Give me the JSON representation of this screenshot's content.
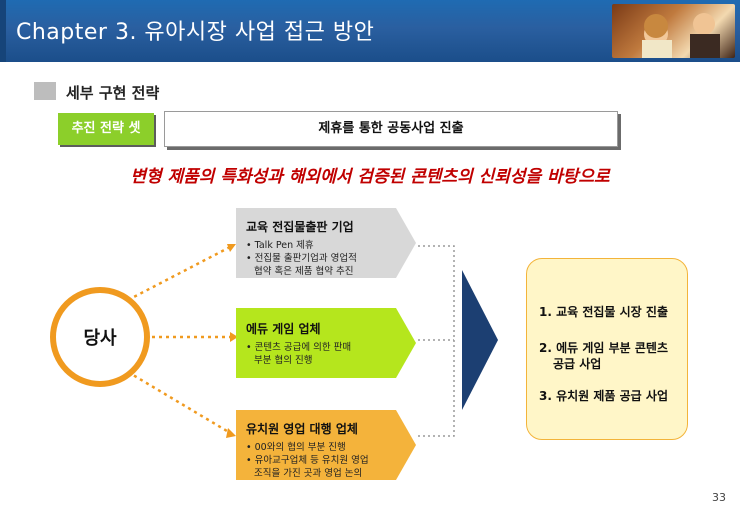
{
  "header": {
    "title": "Chapter 3.  유아시장 사업 접근 방안"
  },
  "section": {
    "title": "세부 구현 전략"
  },
  "strategy": {
    "tag_label": "추진 전략 셋",
    "summary": "제휴를 통한 공동사업 진출"
  },
  "tagline": "변형 제품의 특화성과 해외에서 검증된 콘텐츠의 신뢰성을 바탕으로",
  "company_label": "당사",
  "partners": [
    {
      "title": "교육 전집물출판 기업",
      "color": "#d8d8d8",
      "items": [
        "Talk Pen 제휴",
        "전집물 출판기업과 영업적",
        "협약 혹은 제품 협약 추진"
      ]
    },
    {
      "title": "에듀 게임 업체",
      "color": "#b5e61d",
      "items": [
        "콘텐츠 공급에 의한 판매",
        "부분 협의 진행"
      ]
    },
    {
      "title": "유치원 영업 대행 업체",
      "color": "#f4b33b",
      "items": [
        "00와의 협의 부분 진행",
        "유아교구업체 등 유치원 영업",
        "조직을 가진 곳과 영업 논의"
      ]
    }
  ],
  "results": [
    "1. 교육 전집물 시장 진출",
    "2. 에듀 게임 부분 콘텐츠",
    "공급 사업",
    "3. 유치원 제품 공급 사업"
  ],
  "page_number": "33"
}
